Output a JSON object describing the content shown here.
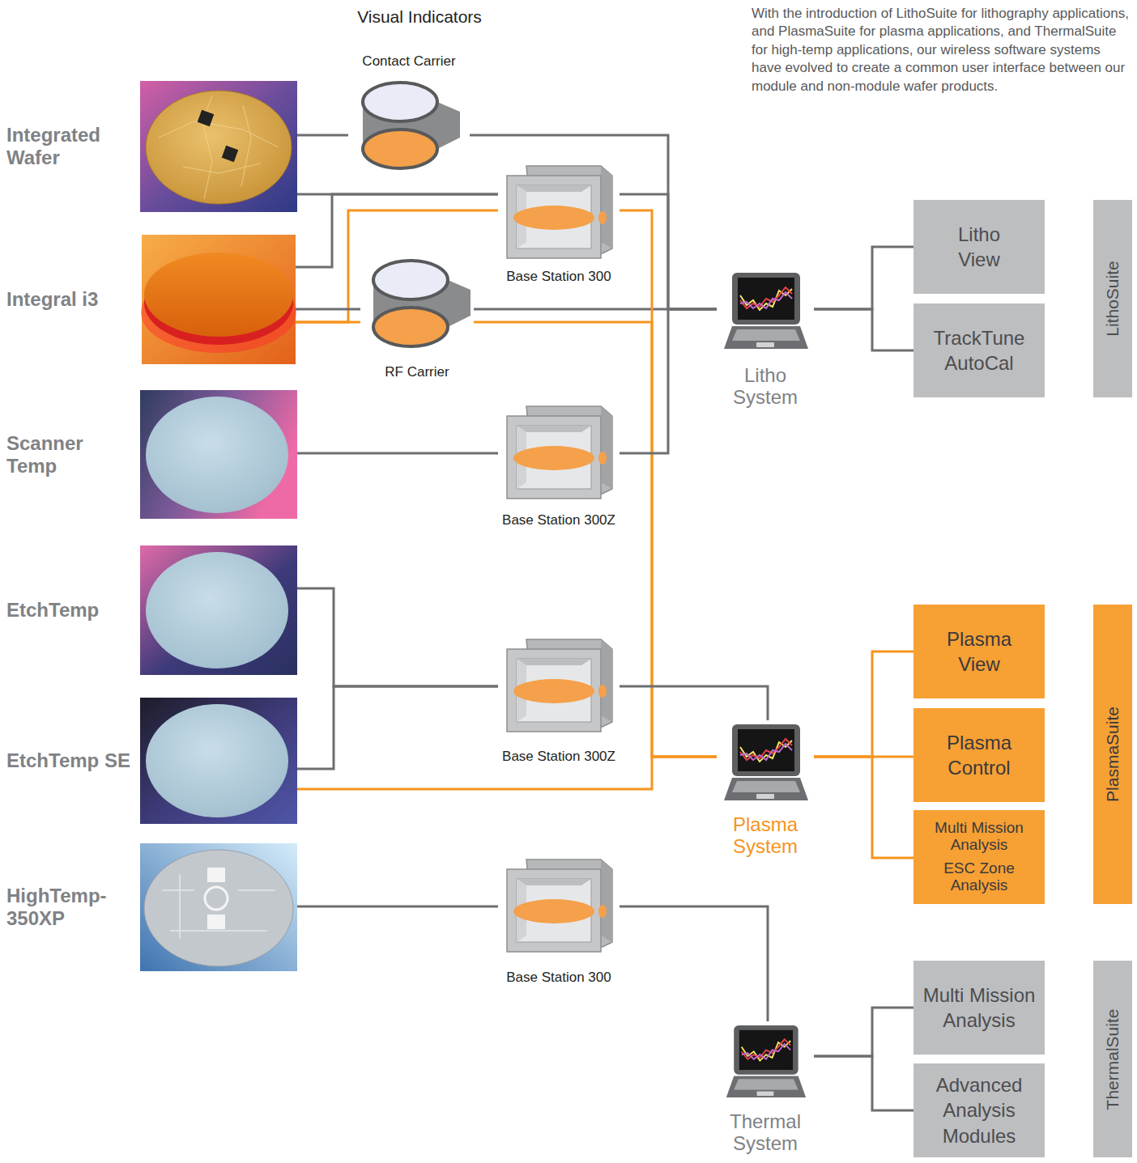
{
  "diagram": {
    "nodes": [
      {
        "text": [
          "Integrated Wafer"
        ]
      },
      {
        "text": [
          "Contact Carrier"
        ]
      },
      {
        "text": [
          "Base Station 300"
        ]
      },
      {
        "text": [
          "Integral i3"
        ]
      },
      {
        "text": [
          "RF Carrier"
        ]
      },
      {
        "text": [
          "Litho System"
        ]
      },
      {
        "text": [
          "Litho View"
        ]
      },
      {
        "text": [
          "TrackTune AutoCal"
        ]
      },
      {
        "text": [
          "LithoSuite"
        ]
      },
      {
        "text": [
          "Scanner Temp"
        ]
      },
      {
        "text": [
          "Base Station 300Z"
        ]
      },
      {
        "text": [
          "EtchTemp"
        ]
      },
      {
        "text": [
          "EtchTemp SE"
        ]
      },
      {
        "text": [
          "Base Station 300Z"
        ]
      },
      {
        "text": [
          "Plasma System"
        ]
      },
      {
        "text": [
          "Plasma View"
        ]
      },
      {
        "text": [
          "Plasma Control"
        ]
      },
      {
        "text": [
          "Multi Mission Analysis",
          "ESC Zone Analysis"
        ]
      },
      {
        "text": [
          "PlasmaSuite"
        ]
      },
      {
        "text": [
          "HighTemp- 350XP"
        ]
      },
      {
        "text": [
          "Base Station 300"
        ]
      },
      {
        "text": [
          "Thermal System"
        ]
      },
      {
        "text": [
          "Multi Mission Analysis"
        ]
      },
      {
        "text": [
          "Advanced Analysis Modules"
        ]
      },
      {
        "text": [
          "ThermalSuite"
        ]
      }
    ],
    "edges": [
      {
        "from": 0,
        "to": 1,
        "arrow": "none"
      },
      {
        "from": 0,
        "to": 2,
        "arrow": "none"
      },
      {
        "from": 3,
        "to": 2,
        "arrow": "none"
      },
      {
        "from": 3,
        "to": 2,
        "arrow": "none"
      },
      {
        "from": 3,
        "to": 4,
        "arrow": "none"
      },
      {
        "from": 3,
        "to": 4,
        "arrow": "none"
      },
      {
        "from": 1,
        "to": 5,
        "arrow": "none"
      },
      {
        "from": 2,
        "to": 5,
        "arrow": "none"
      },
      {
        "from": 4,
        "to": 5,
        "arrow": "none"
      },
      {
        "from": 2,
        "to": 14,
        "arrow": "none"
      },
      {
        "from": 4,
        "to": 14,
        "arrow": "none"
      },
      {
        "from": 9,
        "to": 10,
        "arrow": "none"
      },
      {
        "from": 10,
        "to": 5,
        "arrow": "none"
      },
      {
        "from": 11,
        "to": 13,
        "arrow": "none"
      },
      {
        "from": 12,
        "to": 13,
        "arrow": "none"
      },
      {
        "from": 13,
        "to": 14,
        "arrow": "none"
      },
      {
        "from": 12,
        "to": 14,
        "arrow": "none"
      },
      {
        "from": 5,
        "to": 6,
        "arrow": "none"
      },
      {
        "from": 5,
        "to": 7,
        "arrow": "none"
      },
      {
        "from": 14,
        "to": 15,
        "arrow": "none"
      },
      {
        "from": 14,
        "to": 16,
        "arrow": "none"
      },
      {
        "from": 14,
        "to": 17,
        "arrow": "none"
      },
      {
        "from": 19,
        "to": 20,
        "arrow": "none"
      },
      {
        "from": 20,
        "to": 21,
        "arrow": "none"
      },
      {
        "from": 21,
        "to": 22,
        "arrow": "none"
      },
      {
        "from": 21,
        "to": 23,
        "arrow": "none"
      }
    ],
    "labels": [
      "Visual Indicators",
      "With the introduction of LithoSuite for lithography applications, and PlasmaSuite for plasma applications, and ThermalSuite for high-temp applications, our wireless software systems have evolved to create a common user interface between our module and non-module wafer products."
    ]
  }
}
